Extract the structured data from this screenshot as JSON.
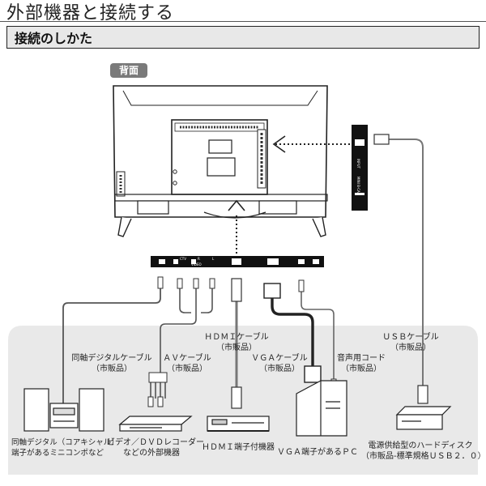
{
  "page": {
    "title": "外部機器と接続する",
    "section_title": "接続のしかた",
    "rear_badge": "背面"
  },
  "terminal_strip": {
    "labels": [
      "CTV",
      "R",
      "L",
      "VIDEO"
    ]
  },
  "side_panel": {
    "labels": [
      "INPUT",
      "MINI B-CAS"
    ]
  },
  "cables": {
    "usb": {
      "name": "ＵＳＢケーブル",
      "note": "（市販品）"
    },
    "hdmi": {
      "name": "ＨＤＭＩケーブル",
      "note": "（市販品）"
    },
    "av": {
      "name": "ＡＶケーブル",
      "note": "（市販品）"
    },
    "coax": {
      "name": "同軸デジタルケーブル",
      "note": "（市販品）"
    },
    "vga": {
      "name": "ＶＧＡケーブル",
      "note": "（市販品）"
    },
    "audio": {
      "name": "音声用コード",
      "note": "（市販品）"
    }
  },
  "devices": {
    "minicompo": {
      "line1": "同軸デジタル（コアキシャル）",
      "line2": "端子があるミニコンポなど"
    },
    "dvd": {
      "line1": "ビデオ／ＤＶＤレコーダー",
      "line2": "などの外部機器"
    },
    "hdmi_device": {
      "line1": "ＨＤＭＩ端子付機器"
    },
    "pc": {
      "line1": "ＶＧＡ端子があるＰＣ"
    },
    "hdd": {
      "line1": "電源供給型のハードディスク",
      "line2": "（市販品-標準規格ＵＳＢ２．０）"
    }
  }
}
